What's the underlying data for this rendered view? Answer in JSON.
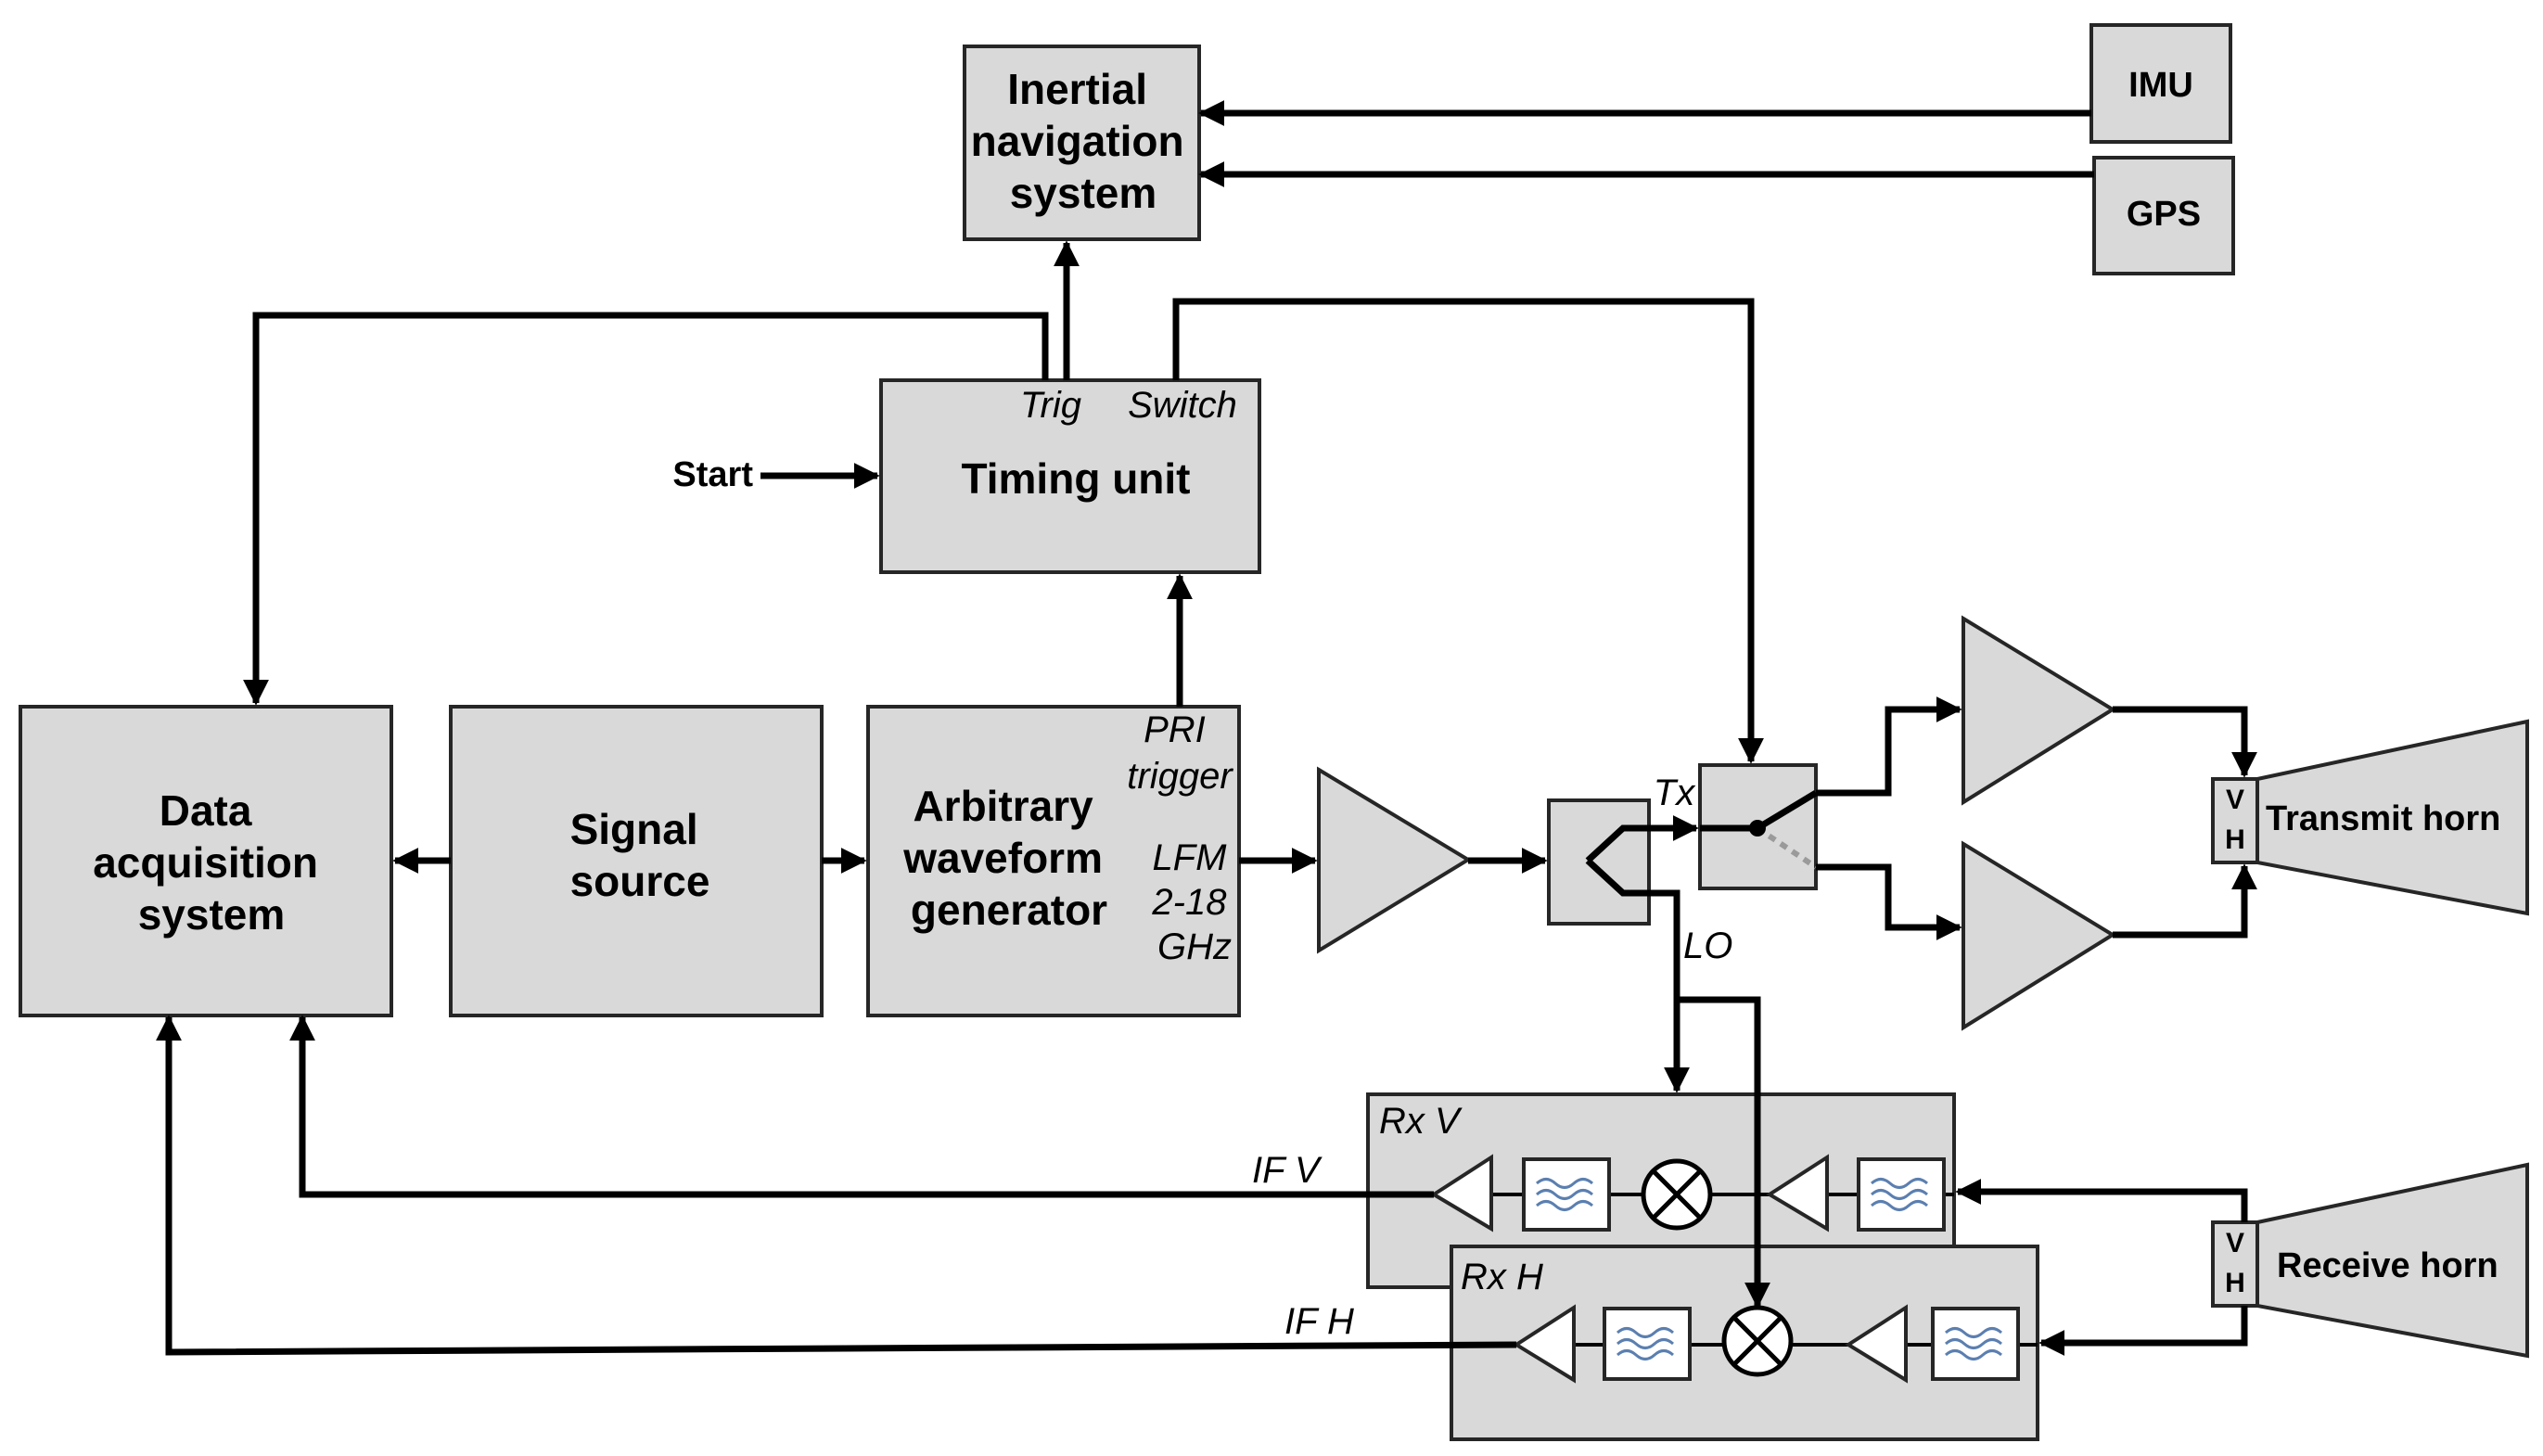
{
  "blocks": {
    "ins": [
      "Inertial",
      "navigation",
      "system"
    ],
    "imu": "IMU",
    "gps": "GPS",
    "timing": "Timing unit",
    "trig": "Trig",
    "switch": "Switch",
    "start": "Start",
    "daq": [
      "Data",
      "acquisition",
      "system"
    ],
    "signal": [
      "Signal",
      "source"
    ],
    "awg": [
      "Arbitrary",
      "waveform",
      "generator"
    ],
    "pri": [
      "PRI",
      "trigger"
    ],
    "lfm": [
      "LFM",
      "2-18",
      "GHz"
    ],
    "tx": "Tx",
    "lo": "LO",
    "transmit_horn": "Transmit horn",
    "receive_horn": "Receive horn",
    "pol_v": "V",
    "pol_h": "H",
    "rxv": "Rx V",
    "rxh": "Rx H",
    "ifv": "IF V",
    "ifh": "IF H"
  },
  "colors": {
    "block_fill": "#d9d9d9",
    "filter_wave": "#5b7fb0",
    "line": "#000000"
  }
}
